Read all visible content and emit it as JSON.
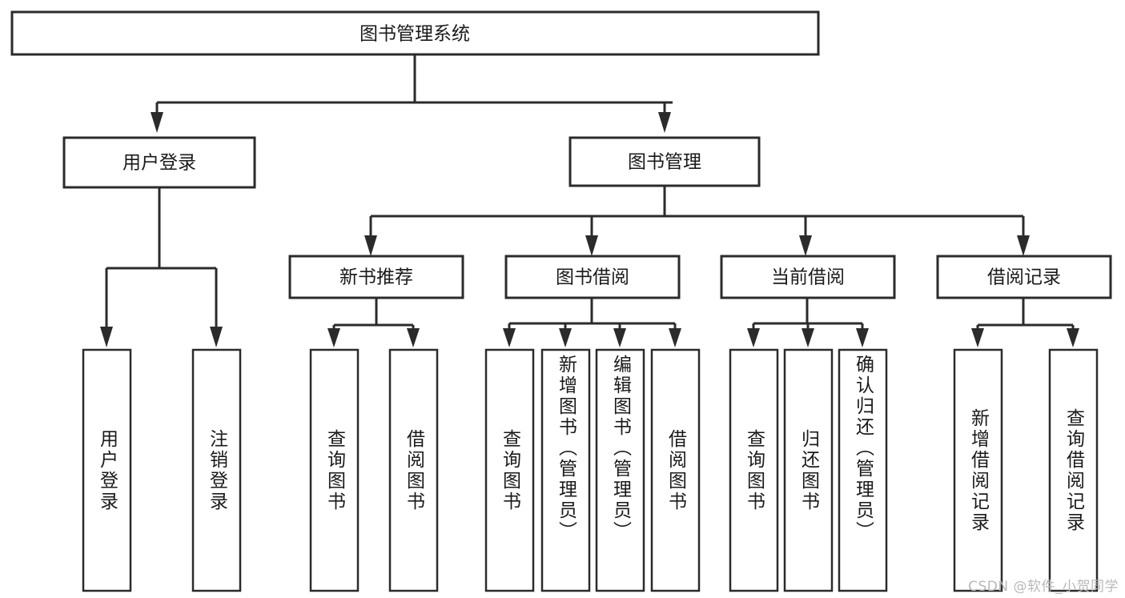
{
  "diagram": {
    "type": "tree-hierarchy",
    "title": "图书管理系统",
    "background_color": "#ffffff",
    "line_color": "#2b2b2b",
    "text_color": "#1a1a1a",
    "root": {
      "label": "图书管理系统"
    },
    "level2": [
      {
        "label": "用户登录"
      },
      {
        "label": "图书管理"
      }
    ],
    "level3": [
      {
        "label": "新书推荐"
      },
      {
        "label": "图书借阅"
      },
      {
        "label": "当前借阅"
      },
      {
        "label": "借阅记录"
      }
    ],
    "leaves": {
      "user_login": [
        {
          "label": "用户登录"
        },
        {
          "label": "注销登录"
        }
      ],
      "new_book_recommend": [
        {
          "label": "查询图书"
        },
        {
          "label": "借阅图书"
        }
      ],
      "book_borrow": [
        {
          "label": "查询图书"
        },
        {
          "label": "新增图书（管理员）"
        },
        {
          "label": "编辑图书（管理员）"
        },
        {
          "label": "借阅图书"
        }
      ],
      "current_borrow": [
        {
          "label": "查询图书"
        },
        {
          "label": "归还图书"
        },
        {
          "label": "确认归还（管理员）"
        }
      ],
      "borrow_record": [
        {
          "label": "新增借阅记录"
        },
        {
          "label": "查询借阅记录"
        }
      ]
    }
  },
  "watermark": {
    "text": "CSDN @软件_小贺同学",
    "color": "#b8b8b8"
  }
}
